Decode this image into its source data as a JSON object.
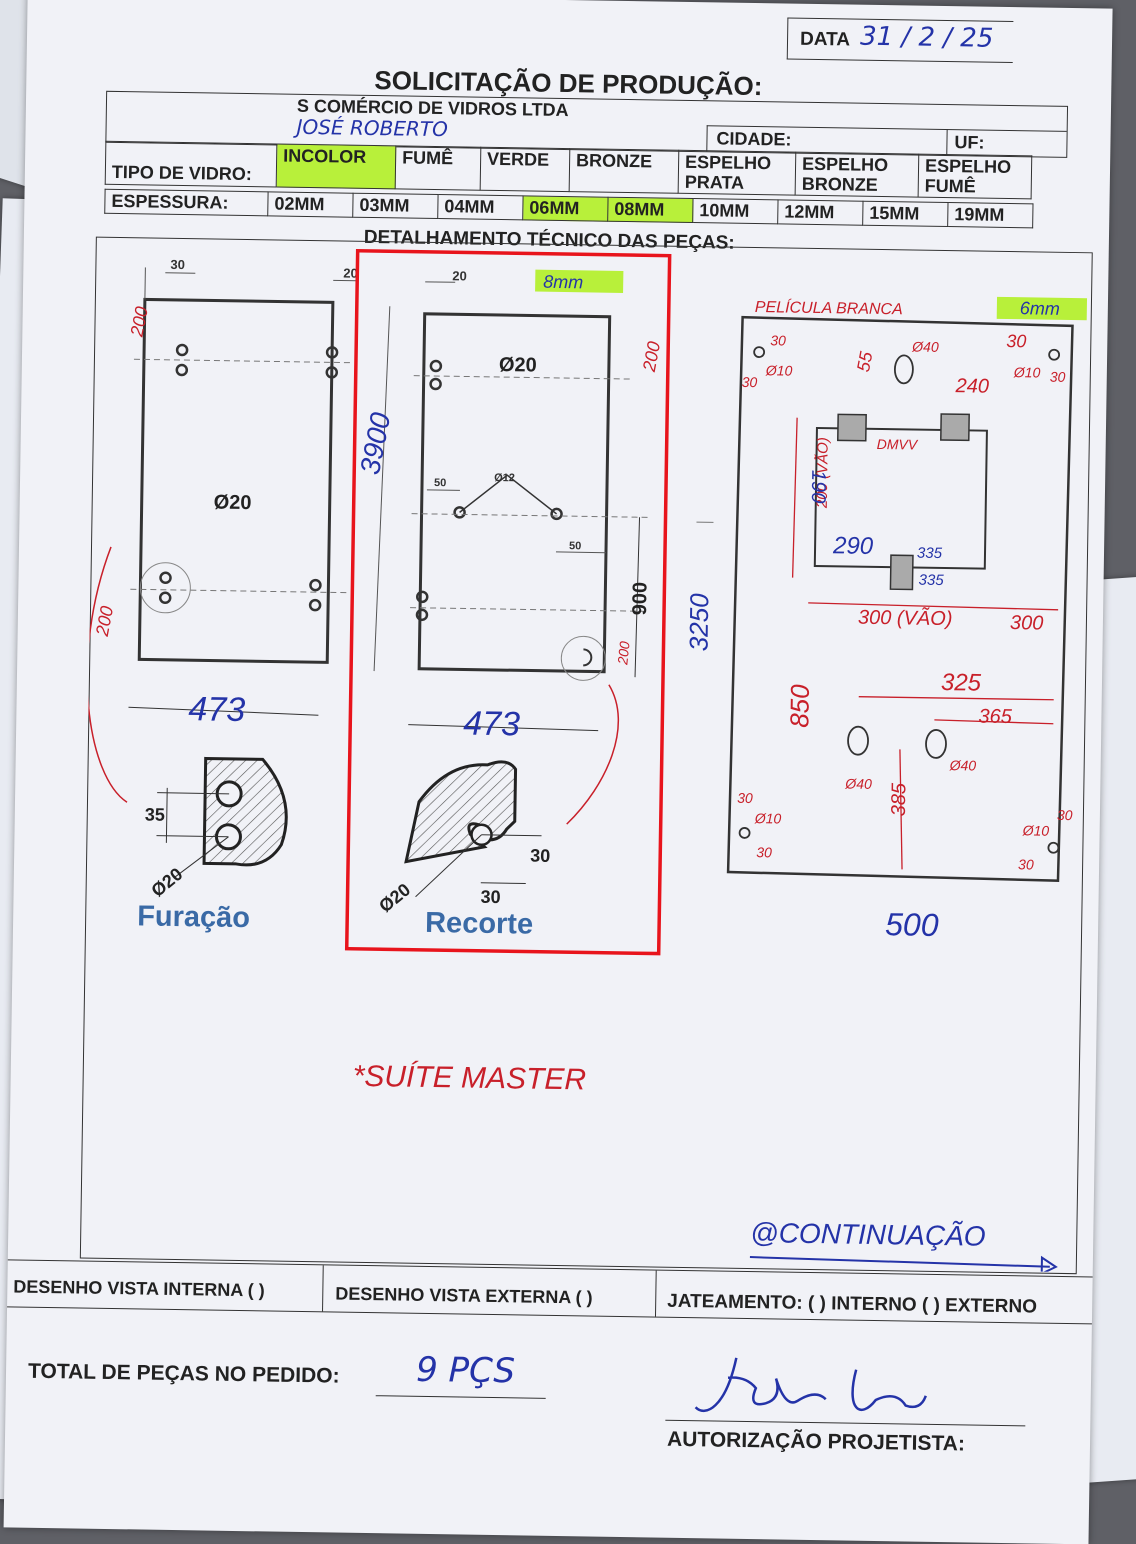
{
  "header": {
    "date_label": "DATA",
    "date_value": "31 / 2 / 25",
    "title": "SOLICITAÇÃO DE PRODUÇÃO:",
    "company": "S COMÉRCIO DE VIDROS LTDA",
    "client_name": "JOSÉ ROBERTO",
    "city_label": "CIDADE:",
    "uf_label": "UF:"
  },
  "glass": {
    "type_label": "TIPO DE VIDRO:",
    "types": [
      "INCOLOR",
      "FUMÊ",
      "VERDE",
      "BRONZE",
      "ESPELHO PRATA",
      "ESPELHO BRONZE",
      "ESPELHO FUMÊ"
    ],
    "selected_type": "INCOLOR",
    "thickness_label": "ESPESSURA:",
    "thicknesses": [
      "02MM",
      "03MM",
      "04MM",
      "06MM",
      "08MM",
      "10MM",
      "12MM",
      "15MM",
      "19MM"
    ],
    "selected_thicknesses": [
      "06MM",
      "08MM"
    ],
    "highlight_color": "#b8f03a"
  },
  "details_title": "DETALHAMENTO TÉCNICO DAS PEÇAS:",
  "piece1": {
    "top_dim": "30",
    "top_right_dim": "20",
    "hole_label": "Ø20",
    "left_top_dim": "200",
    "left_bottom_dim": "200",
    "width": "473",
    "detail_dim": "35",
    "detail_hole": "Ø20",
    "caption": "Furação"
  },
  "piece2": {
    "top_dim": "20",
    "thickness_note": "8mm",
    "hole_label": "Ø20",
    "height": "3900",
    "right_top_dim": "200",
    "center_hole": "Ø12",
    "left_center_dim": "50",
    "right_center_dim": "50",
    "right_height": "900",
    "right_bottom_dim": "200",
    "width": "473",
    "detail_dim_v": "30",
    "detail_dim_h": "30",
    "detail_hole": "Ø20",
    "caption": "Recorte",
    "frame_color": "#e8141c"
  },
  "piece3": {
    "note": "PELÍCULA BRANCA",
    "thickness_note": "6mm",
    "height": "3250",
    "width": "500",
    "dims": {
      "tl_x": "30",
      "tl_y": "30",
      "tl_hole": "Ø10",
      "top_55": "55",
      "top_hole": "Ø40",
      "top_240": "240",
      "tr_x": "30",
      "tr_hole": "Ø10",
      "tr_y": "30",
      "handle": "DMVV",
      "v_190": "190",
      "v_200": "200 (VÃO)",
      "h_290": "290",
      "h_335a": "335",
      "h_335b": "335",
      "h_300": "300 (VÃO)",
      "h_300b": "300",
      "v_850": "850",
      "h_325": "325",
      "h_365": "365",
      "hole_l": "Ø40",
      "hole_r": "Ø40",
      "v_385": "385",
      "bl_x": "30",
      "bl_hole": "Ø10",
      "bl_y": "30",
      "br_hole": "Ø10",
      "br_x": "30",
      "br_y": "30"
    }
  },
  "notes": {
    "location": "*SUÍTE MASTER",
    "continuation": "@CONTINUAÇÃO"
  },
  "footer": {
    "view_internal": "DESENHO VISTA INTERNA ( )",
    "view_external": "DESENHO VISTA EXTERNA ( )",
    "sandblast": "JATEAMENTO: ( ) INTERNO ( ) EXTERNO",
    "total_label": "TOTAL DE PEÇAS NO PEDIDO:",
    "total_value": "9 PÇS",
    "authorization": "AUTORIZAÇÃO PROJETISTA:"
  }
}
